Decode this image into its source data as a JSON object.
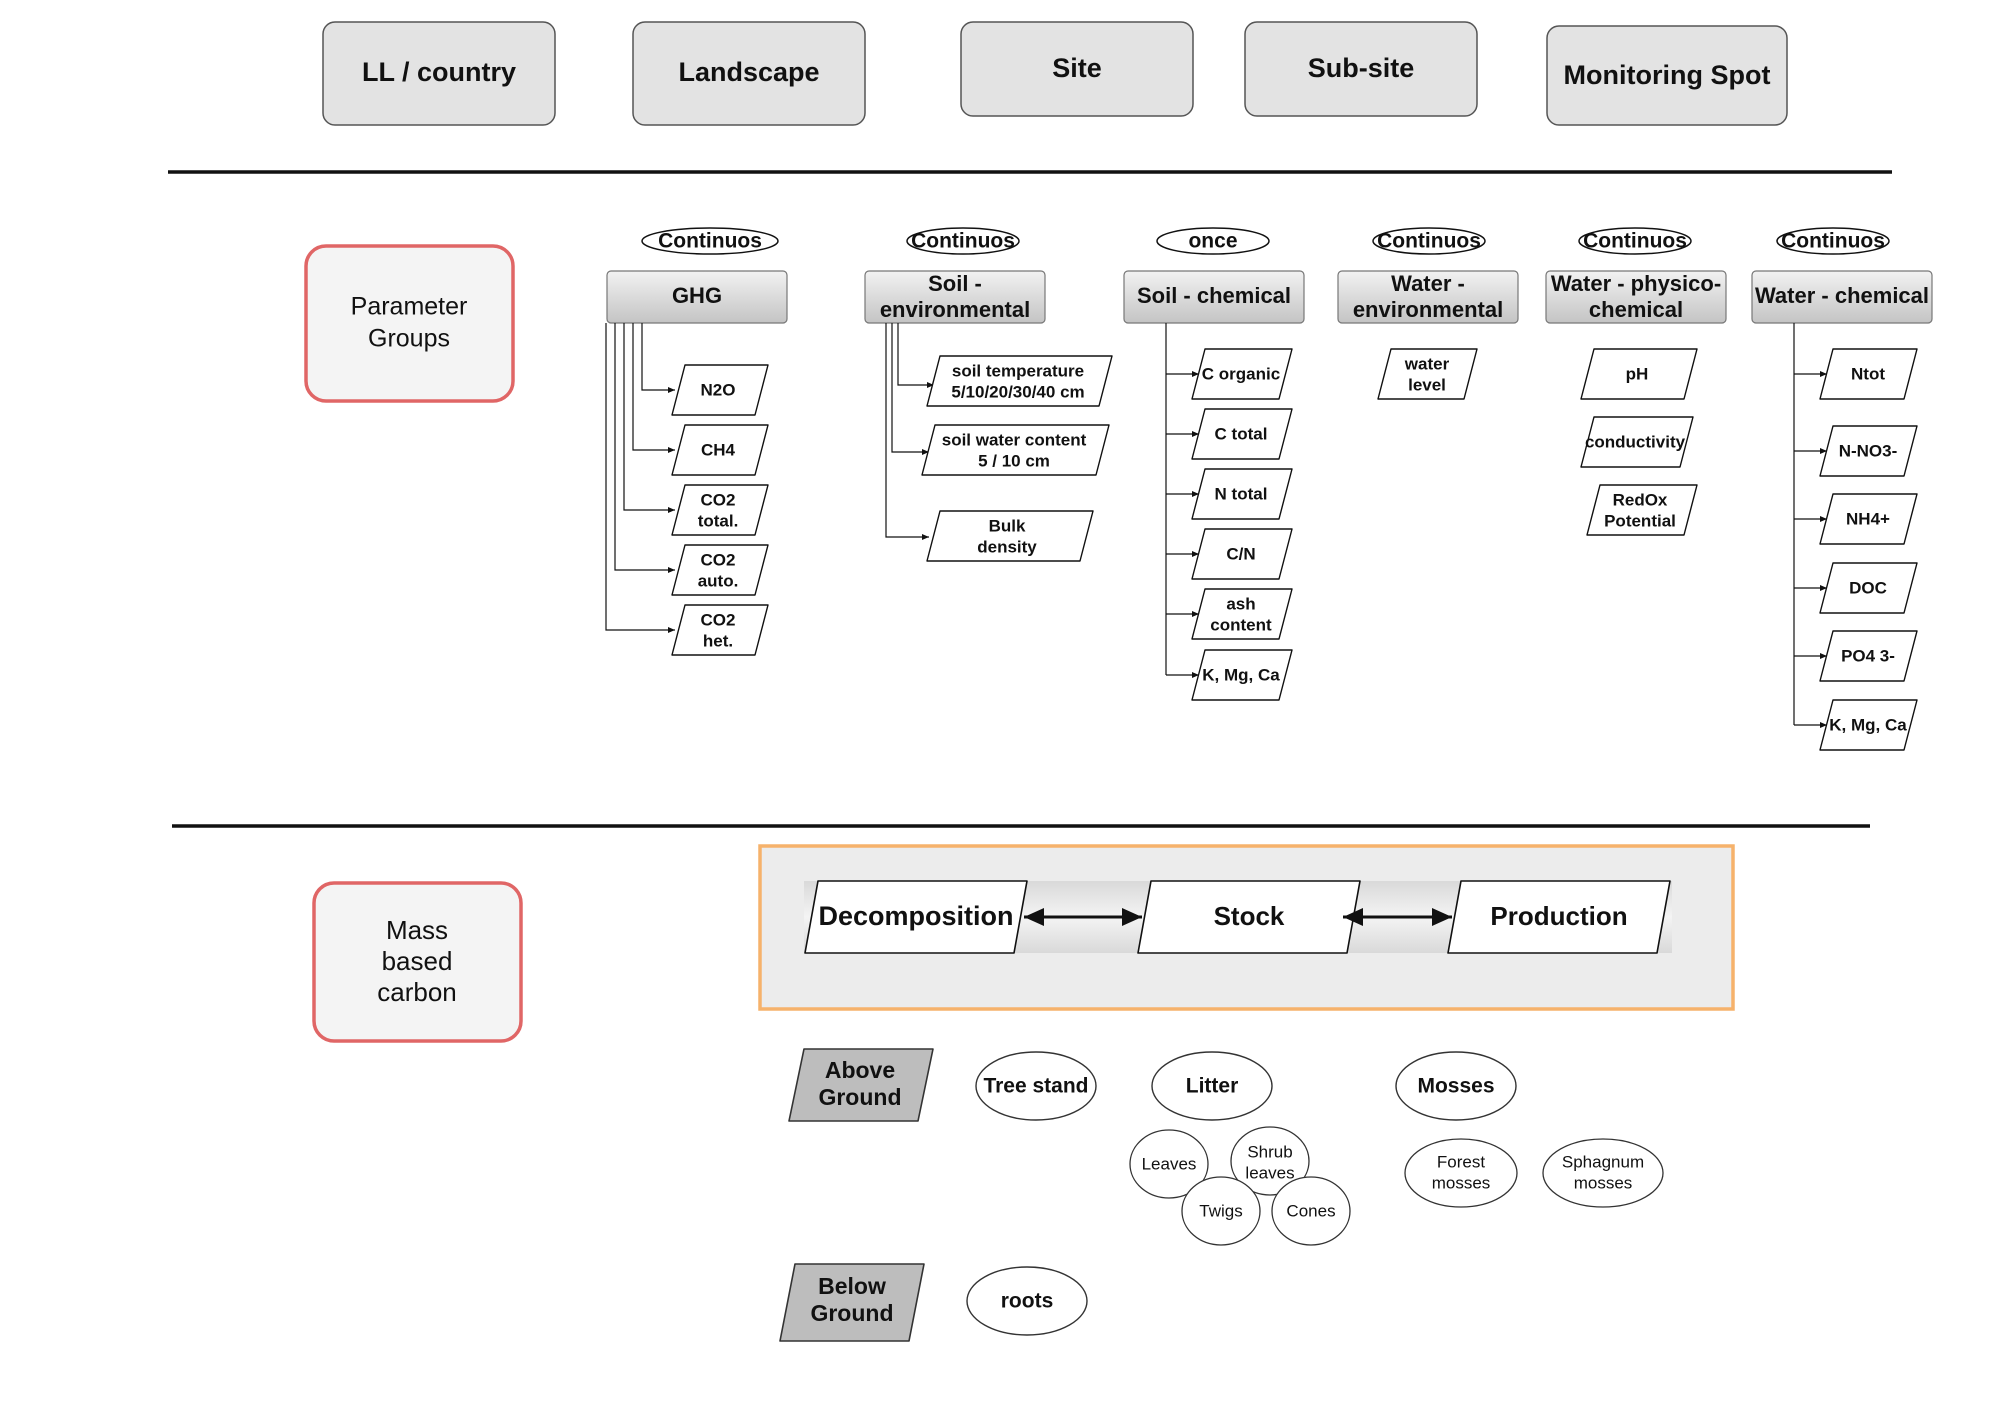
{
  "levels": [
    "LL / country",
    "Landscape",
    "Site",
    "Sub-site",
    "Monitoring Spot"
  ],
  "sections": {
    "parameter_groups": "Parameter Groups",
    "mass_based_carbon": "Mass based carbon"
  },
  "parameter_groups": [
    {
      "frequency": "Continuos",
      "name": "GHG",
      "params": [
        "N2O",
        "CH4",
        "CO2 total.",
        "CO2 auto.",
        "CO2 het."
      ]
    },
    {
      "frequency": "Continuos",
      "name": "Soil - environmental",
      "params": [
        "soil temperature 5/10/20/30/40 cm",
        "soil water content 5 / 10 cm",
        "Bulk density"
      ]
    },
    {
      "frequency": "once",
      "name": "Soil - chemical",
      "params": [
        "C organic",
        "C total",
        "N total",
        "C/N",
        "ash content",
        "K, Mg, Ca"
      ]
    },
    {
      "frequency": "Continuos",
      "name": "Water - environmental",
      "params": [
        "water level"
      ]
    },
    {
      "frequency": "Continuos",
      "name": "Water - physico-chemical",
      "params": [
        "pH",
        "conductivity",
        "RedOx Potential"
      ]
    },
    {
      "frequency": "Continuos",
      "name": "Water - chemical",
      "params": [
        "Ntot",
        "N-NO3-",
        "NH4+",
        "DOC",
        "PO4 3-",
        "K, Mg, Ca"
      ]
    }
  ],
  "carbon_flow": [
    "Decomposition",
    "Stock",
    "Production"
  ],
  "pools": {
    "above_ground": "Above Ground",
    "below_ground": "Below Ground",
    "tree_stand": "Tree stand",
    "litter": "Litter",
    "litter_parts": [
      "Leaves",
      "Shrub leaves",
      "Twigs",
      "Cones"
    ],
    "mosses": "Mosses",
    "moss_parts": [
      "Forest mosses",
      "Sphagnum mosses"
    ],
    "roots": "roots"
  },
  "colors": {
    "box_fill": "#e3e3e3",
    "header_fill": "#cfcfcf",
    "section_border": "#e06666",
    "flow_border": "#f6b26b",
    "pool_fill": "#bdbdbd",
    "line": "#111111"
  }
}
